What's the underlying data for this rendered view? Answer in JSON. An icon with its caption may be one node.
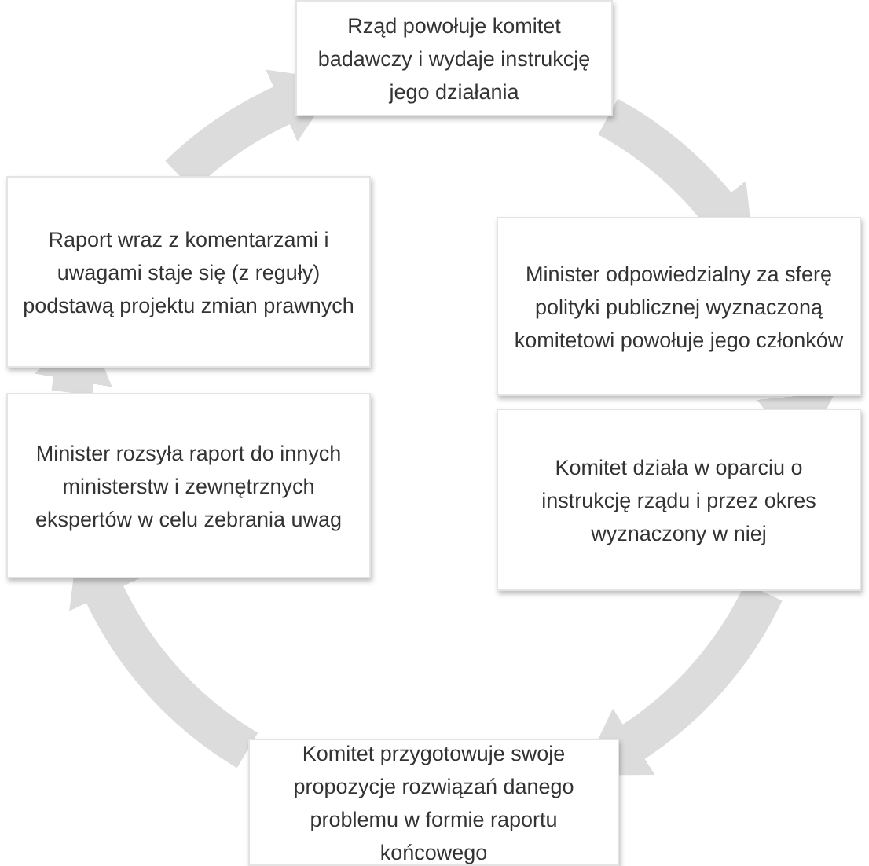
{
  "diagram": {
    "nodes": [
      {
        "text": [
          "Rząd powołuje komitet badawczy i wydaje instrukcję jego działania"
        ]
      },
      {
        "text": [
          "Minister odpowiedzialny za sferę polityki publicznej wyznaczoną komitetowi powołuje jego członków"
        ]
      },
      {
        "text": [
          "Komitet działa w oparciu o instrukcję rządu i przez okres wyznaczony w niej"
        ]
      },
      {
        "text": [
          "Komitet przygotowuje swoje propozycje rozwiązań danego problemu w formie raportu końcowego"
        ]
      },
      {
        "text": [
          "Minister rozsyła raport do innych ministerstw i zewnętrznych ekspertów w celu zebrania uwag"
        ]
      },
      {
        "text": [
          "Raport wraz z komentarzami i uwagami staje się (z reguły) podstawą projektu zmian prawnych"
        ]
      }
    ],
    "edges": [
      {
        "from": 0,
        "to": 1,
        "arrow": "to"
      },
      {
        "from": 1,
        "to": 2,
        "arrow": "to"
      },
      {
        "from": 2,
        "to": 3,
        "arrow": "to"
      },
      {
        "from": 3,
        "to": 4,
        "arrow": "to"
      },
      {
        "from": 4,
        "to": 5,
        "arrow": "to"
      },
      {
        "from": 5,
        "to": 0,
        "arrow": "to"
      }
    ]
  }
}
